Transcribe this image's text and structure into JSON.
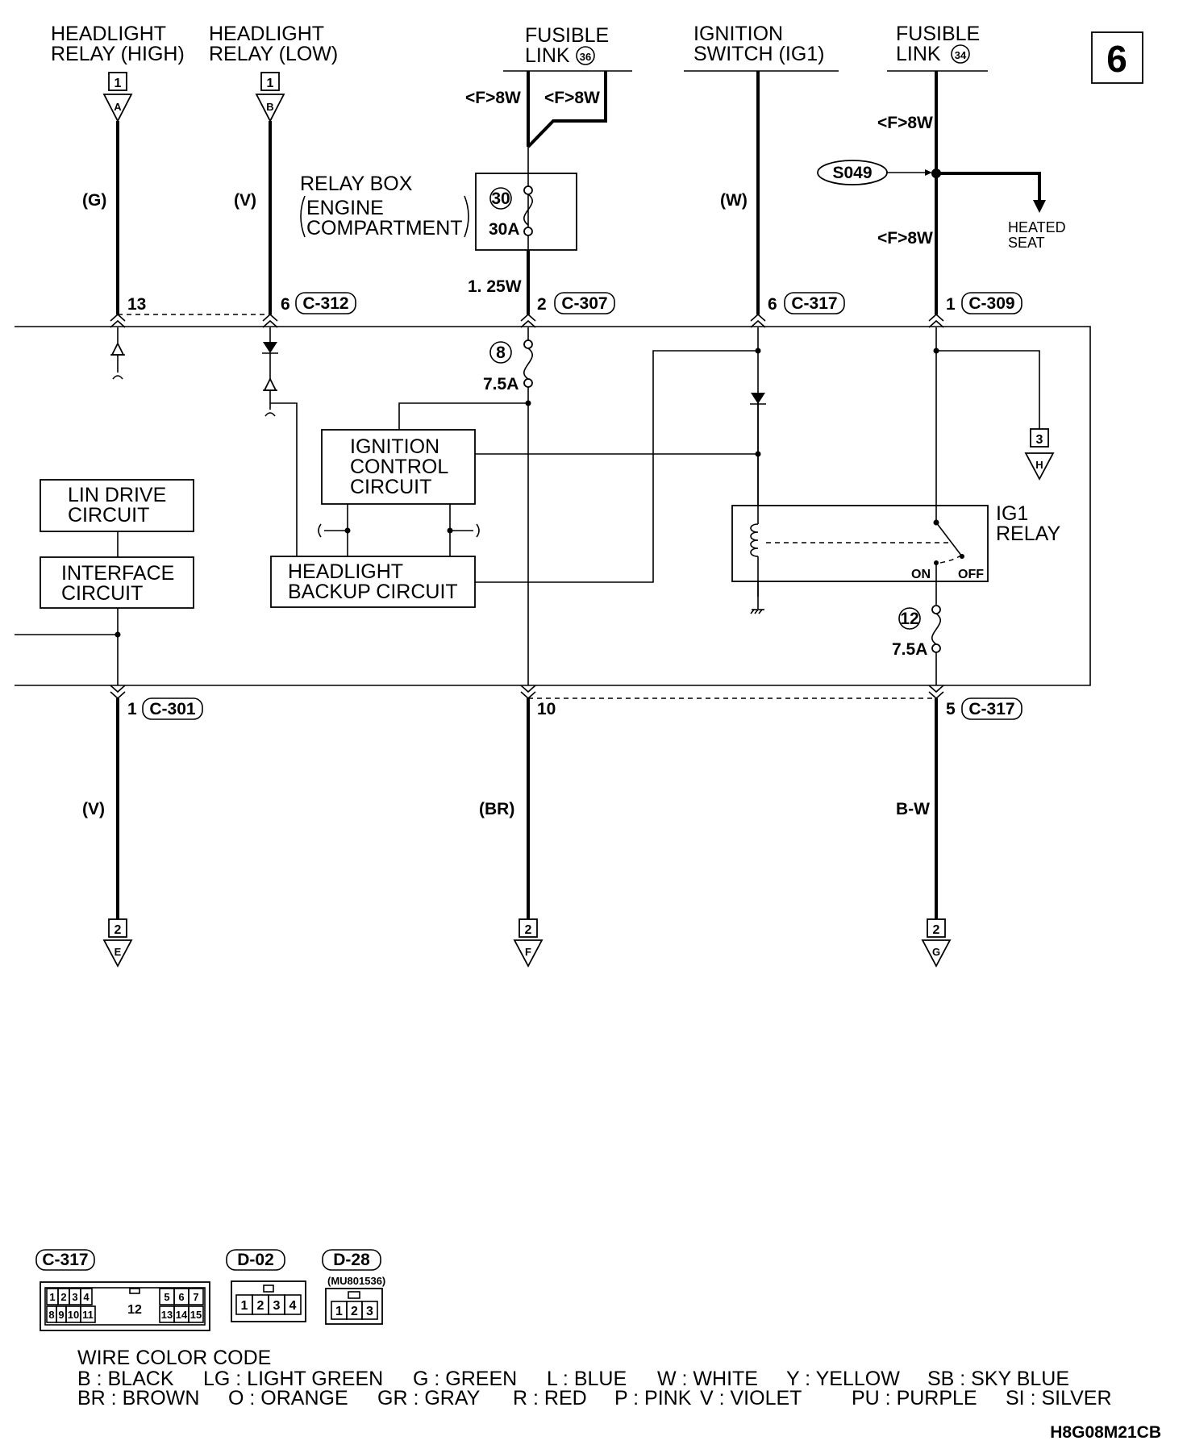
{
  "page_number": "6",
  "sources": {
    "headlight_relay_high": [
      "HEADLIGHT",
      "RELAY (HIGH)"
    ],
    "headlight_relay_low": [
      "HEADLIGHT",
      "RELAY (LOW)"
    ],
    "fusible_link_36": [
      "FUSIBLE",
      "LINK"
    ],
    "fusible_link_36_num": "36",
    "ignition_switch": [
      "IGNITION",
      "SWITCH (IG1)"
    ],
    "fusible_link_34": [
      "FUSIBLE",
      "LINK"
    ],
    "fusible_link_34_num": "34"
  },
  "off_page_in": {
    "high_num": "1",
    "high_letter": "A",
    "low_num": "1",
    "low_letter": "B"
  },
  "wires": {
    "high": "(G)",
    "low": "(V)",
    "f8w_left": "<F>8W",
    "f8w_right": "<F>8W",
    "ign": "(W)",
    "fl34_top": "<F>8W",
    "fl34_bottom": "<F>8W",
    "relaybox_out": "1. 25W",
    "out_left": "(V)",
    "out_mid": "(BR)",
    "out_right": "B-W"
  },
  "relay_box": {
    "title": "RELAY BOX",
    "sub1": "ENGINE",
    "sub2": "COMPARTMENT",
    "fuse_num": "30",
    "fuse_rating": "30A"
  },
  "splice": {
    "id": "S049",
    "heated_seat": [
      "HEATED",
      "SEAT"
    ]
  },
  "top_connectors": {
    "pin_13": "13",
    "pin_6a": "6",
    "c312": "C-312",
    "pin_2": "2",
    "c307": "C-307",
    "pin_6b": "6",
    "c317a": "C-317",
    "pin_1": "1",
    "c309": "C-309"
  },
  "internal": {
    "fuse8_num": "8",
    "fuse8_rating": "7.5A",
    "fuse12_num": "12",
    "fuse12_rating": "7.5A",
    "ignition_control": [
      "IGNITION",
      "CONTROL",
      "CIRCUIT"
    ],
    "lin_drive": [
      "LIN DRIVE",
      "CIRCUIT"
    ],
    "interface": [
      "INTERFACE",
      "CIRCUIT"
    ],
    "headlight_backup": [
      "HEADLIGHT",
      "BACKUP CIRCUIT"
    ],
    "ig1_relay": [
      "IG1",
      "RELAY"
    ],
    "on": "ON",
    "off": "OFF",
    "to_h_num": "3",
    "to_h_letter": "H"
  },
  "bottom_connectors": {
    "pin_1": "1",
    "c301": "C-301",
    "pin_10": "10",
    "pin_5": "5",
    "c317b": "C-317"
  },
  "off_page_out": {
    "e_num": "2",
    "e_letter": "E",
    "f_num": "2",
    "f_letter": "F",
    "g_num": "2",
    "g_letter": "G"
  },
  "connector_views": {
    "c317": {
      "label": "C-317",
      "row1": [
        "1",
        "2",
        "3",
        "4",
        "5",
        "6",
        "7"
      ],
      "row2": [
        "8",
        "9",
        "10",
        "11",
        "13",
        "14",
        "15"
      ],
      "mid": "12"
    },
    "d02": {
      "label": "D-02",
      "pins": [
        "1",
        "2",
        "3",
        "4"
      ]
    },
    "d28": {
      "label": "D-28",
      "part": "(MU801536)",
      "pins": [
        "1",
        "2",
        "3"
      ]
    }
  },
  "color_code": {
    "title": "WIRE COLOR CODE",
    "row1": [
      "B : BLACK",
      "LG : LIGHT GREEN",
      "G : GREEN",
      "L : BLUE",
      "W : WHITE",
      "Y : YELLOW",
      "SB : SKY BLUE"
    ],
    "row2": [
      "BR : BROWN",
      "O : ORANGE",
      "GR : GRAY",
      "R : RED",
      "P : PINK",
      "V : VIOLET",
      "PU : PURPLE",
      "SI : SILVER"
    ]
  },
  "diagram_code": "H8G08M21CB"
}
